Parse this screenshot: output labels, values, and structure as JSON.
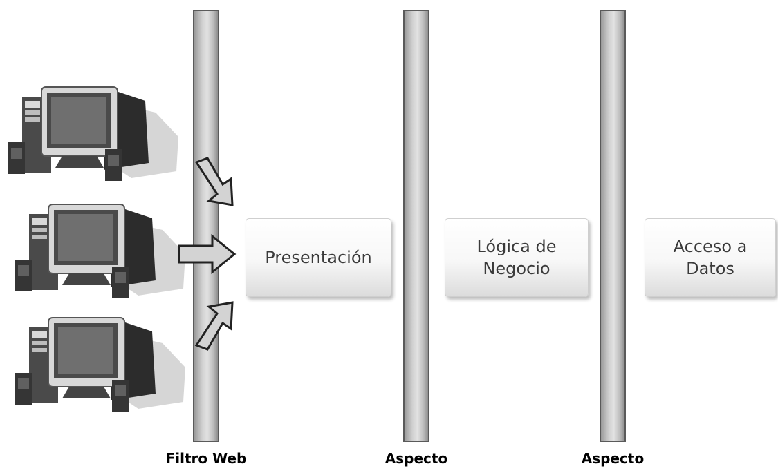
{
  "diagram": {
    "bars": [
      {
        "label": "Filtro Web"
      },
      {
        "label": "Aspecto"
      },
      {
        "label": "Aspecto"
      }
    ],
    "layers": [
      {
        "label": "Presentación"
      },
      {
        "label": "Lógica de\nNegocio"
      },
      {
        "label": "Acceso a\nDatos"
      }
    ],
    "clients": [
      {
        "icon": "computer-icon"
      },
      {
        "icon": "computer-icon"
      },
      {
        "icon": "computer-icon"
      }
    ],
    "arrows": [
      {
        "icon": "arrow-icon"
      },
      {
        "icon": "arrow-icon"
      },
      {
        "icon": "arrow-icon"
      }
    ]
  }
}
